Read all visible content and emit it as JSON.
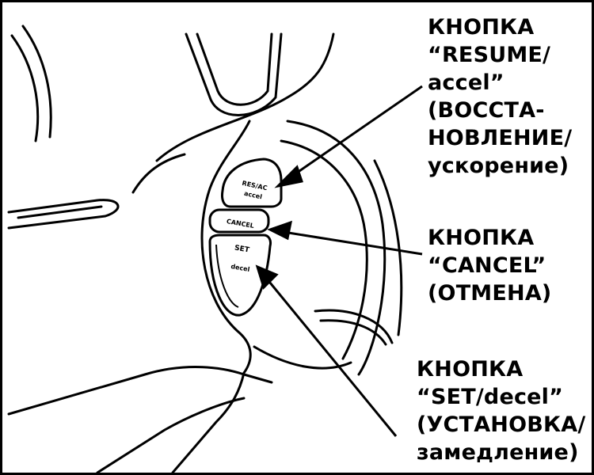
{
  "callouts": {
    "resume": [
      "КНОПКА",
      "“RESUME/",
      "accel”",
      "(ВОССТА-",
      "НОВЛЕНИЕ/",
      "ускорение)"
    ],
    "cancel": [
      "КНОПКА",
      "“CANCEL”",
      "(ОТМЕНА)"
    ],
    "set": [
      "КНОПКА",
      "“SET/decel”",
      "(УСТАНОВКА/",
      "замедление)"
    ]
  },
  "buttons": {
    "resume": [
      "RES/AC",
      "accel"
    ],
    "cancel": "CANCEL",
    "set": [
      "SET",
      "decel"
    ]
  },
  "colors": {
    "ink": "#000000",
    "paper": "#ffffff"
  }
}
